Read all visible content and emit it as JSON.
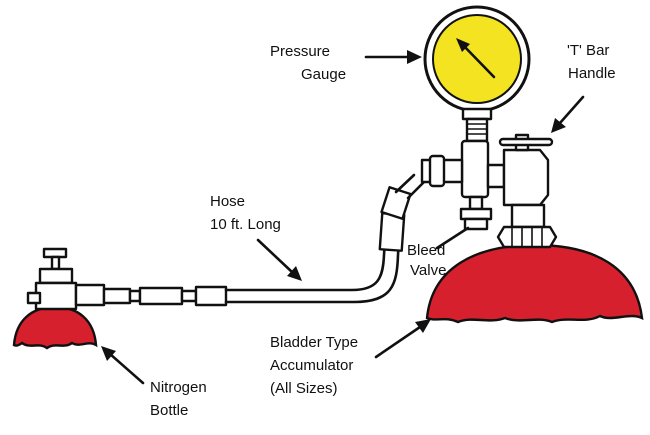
{
  "colors": {
    "gauge_face": "#f3e321",
    "vessel_fill": "#d7202e",
    "line": "#111111",
    "background": "#ffffff"
  },
  "labels": {
    "pressure_gauge": [
      "Pressure",
      "Gauge"
    ],
    "t_bar_handle": [
      "'T' Bar",
      "Handle"
    ],
    "hose": [
      "Hose",
      "10 ft. Long"
    ],
    "bleed_valve": [
      "Bleed",
      "Valve"
    ],
    "nitrogen_bottle": [
      "Nitrogen",
      "Bottle"
    ],
    "bladder_accumulator": [
      "Bladder Type",
      "Accumulator",
      "(All Sizes)"
    ]
  }
}
